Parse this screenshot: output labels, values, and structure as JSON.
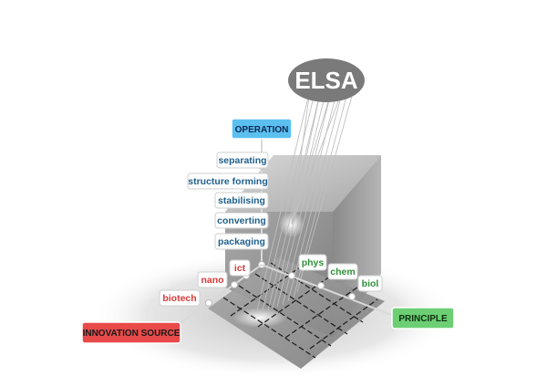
{
  "diagram": {
    "hub_label": "ELSA",
    "axes": {
      "operation": {
        "label": "OPERATION",
        "color": "#5bc0f0",
        "text_color": "#0a2a55"
      },
      "innovation_source": {
        "label": "INNOVATION SOURCE",
        "color": "#e84a4a",
        "text_color": "#1a1a1a"
      },
      "principle": {
        "label": "PRINCIPLE",
        "color": "#6ccf73",
        "text_color": "#0f2f12"
      }
    },
    "operation_items": [
      "separating",
      "structure forming",
      "stabilising",
      "converting",
      "packaging"
    ],
    "innovation_items": [
      "biotech",
      "nano",
      "ict"
    ],
    "principle_items": [
      "phys",
      "chem",
      "biol"
    ],
    "colors": {
      "operation_text": "#1f5f8b",
      "innovation_text": "#d83a3a",
      "principle_text": "#2f8f3a",
      "cube_front": "#8c8c8c",
      "cube_side": "#6e6e6e",
      "cube_top": "#bdbdbd",
      "grid_floor": "#9a9a9a",
      "hub": "#7a7a7a"
    }
  }
}
